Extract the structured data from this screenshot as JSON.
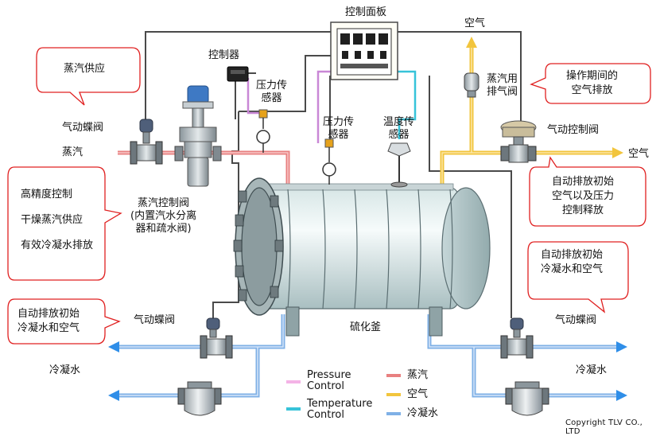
{
  "labels": {
    "control_panel": "控制面板",
    "controller": "控制器",
    "pressure_sensor_top": "压力传\n感器",
    "pressure_sensor_mid": "压力传\n感器",
    "temperature_sensor": "温度传\n感器",
    "air_top": "空气",
    "air_right": "空气",
    "steam_vent_valve": "蒸汽用\n排气阀",
    "pneumatic_control_valve": "气动控制阀",
    "pneumatic_butterfly_valve_top": "气动蝶阀",
    "steam": "蒸汽",
    "steam_control_valve": "蒸汽控制阀\n(内置汽水分离\n器和疏水阀)",
    "pneumatic_butterfly_valve_left": "气动蝶阀",
    "pneumatic_butterfly_valve_right": "气动蝶阀",
    "vulcanizer": "硫化釜",
    "condensate_left": "冷凝水",
    "condensate_right": "冷凝水"
  },
  "bubbles": {
    "steam_supply": "蒸汽供应",
    "air_vent_operation": "操作期间的\n空气排放",
    "auto_vent_pressure": "自动排放初始\n空气以及压力\n控制释放",
    "features": [
      "高精度控制",
      "干燥蒸汽供应",
      "有效冷凝水排放"
    ],
    "auto_drain_right": "自动排放初始\n冷凝水和空气",
    "auto_drain_left": "自动排放初始\n冷凝水和空气"
  },
  "legend": {
    "items_left": [
      {
        "label": "Pressure\nControl",
        "color": "#f4b3e6"
      },
      {
        "label": "Temperature\nControl",
        "color": "#37c3d9"
      }
    ],
    "items_right": [
      {
        "label": "蒸汽",
        "color": "#e88080"
      },
      {
        "label": "空气",
        "color": "#f2c53d"
      },
      {
        "label": "冷凝水",
        "color": "#7fb0e6"
      }
    ]
  },
  "colors": {
    "steam": "#e88080",
    "air": "#f2c53d",
    "condensate": "#7fb0e6",
    "pressure_signal": "#c987d6",
    "temperature_signal": "#37c3d9",
    "bubble_border": "#e02020"
  },
  "copyright": "Copyright TLV CO., LTD"
}
